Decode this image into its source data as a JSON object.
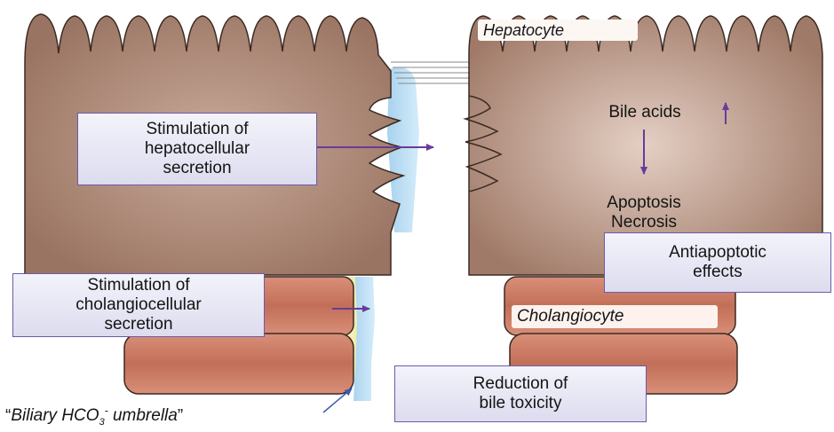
{
  "labels": {
    "hepatocyte": "Hepatocyte",
    "cholangiocyte": "Cholangiocyte",
    "bile_acids": "Bile acids",
    "apoptosis": "Apoptosis",
    "necrosis": "Necrosis",
    "umbrella_open_quote": "“",
    "umbrella_text": "Biliary HCO",
    "umbrella_subscript": "3",
    "umbrella_superscript": "-",
    "umbrella_word": " umbrella",
    "umbrella_close_quote": "”"
  },
  "boxes": {
    "hepatocellular_line1": "Stimulation of",
    "hepatocellular_line2": "hepatocellular",
    "hepatocellular_line3": "secretion",
    "cholangiocellular_line1": "Stimulation of",
    "cholangiocellular_line2": "cholangiocellular",
    "cholangiocellular_line3": "secretion",
    "antiapoptotic_line1": "Antiapoptotic",
    "antiapoptotic_line2": "effects",
    "reduction_line1": "Reduction of",
    "reduction_line2": "bile toxicity"
  },
  "colors": {
    "hepatocyte_fill": "#a07a68",
    "hepatocyte_stroke": "#3a2a22",
    "cholangiocyte_fill": "#c97a62",
    "canal_fill": "#b8dcf2",
    "bicarbonate_yellow": "#f6f0a8",
    "arrow_purple": "#6a3a9a",
    "box_border": "#6e5aa8"
  }
}
